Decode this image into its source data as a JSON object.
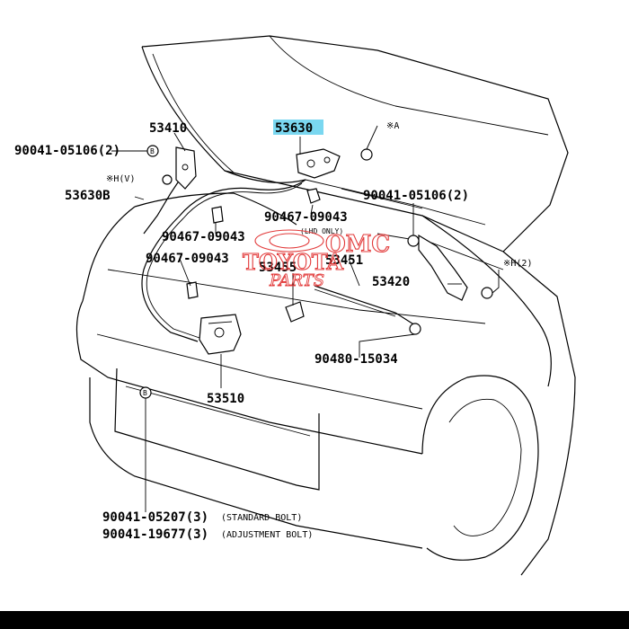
{
  "callouts": {
    "p53410": "53410",
    "p53630": "53630",
    "p53630_highlight": "#7ad7f0",
    "p53630b": "53630B",
    "p90041_05106_left": "90041-05106(2)",
    "p90041_05106_right": "90041-05106(2)",
    "p90467_09043_top": "90467-09043",
    "p90467_09043_mid": "90467-09043",
    "p90467_09043_left": "90467-09043",
    "p53455": "53455",
    "p53451": "53451",
    "p53420": "53420",
    "p90480_15034": "90480-15034",
    "p53510": "53510",
    "p90041_05207": "90041-05207(3)",
    "p90041_19677": "90041-19677(3)"
  },
  "notes": {
    "note_a": "※A",
    "note_hv": "※H(V)",
    "note_b": "B",
    "note_h": "H",
    "note_rhd": "(LHD ONLY)",
    "note_h2": "※H(2)",
    "note_standard": "STANDARD BOLT",
    "note_adjust": "ADJUSTMENT BOLT"
  },
  "watermark": {
    "line1": "OMC",
    "line2": "TOYOTA",
    "line3": "PARTS",
    "color": "#e23a3a"
  }
}
